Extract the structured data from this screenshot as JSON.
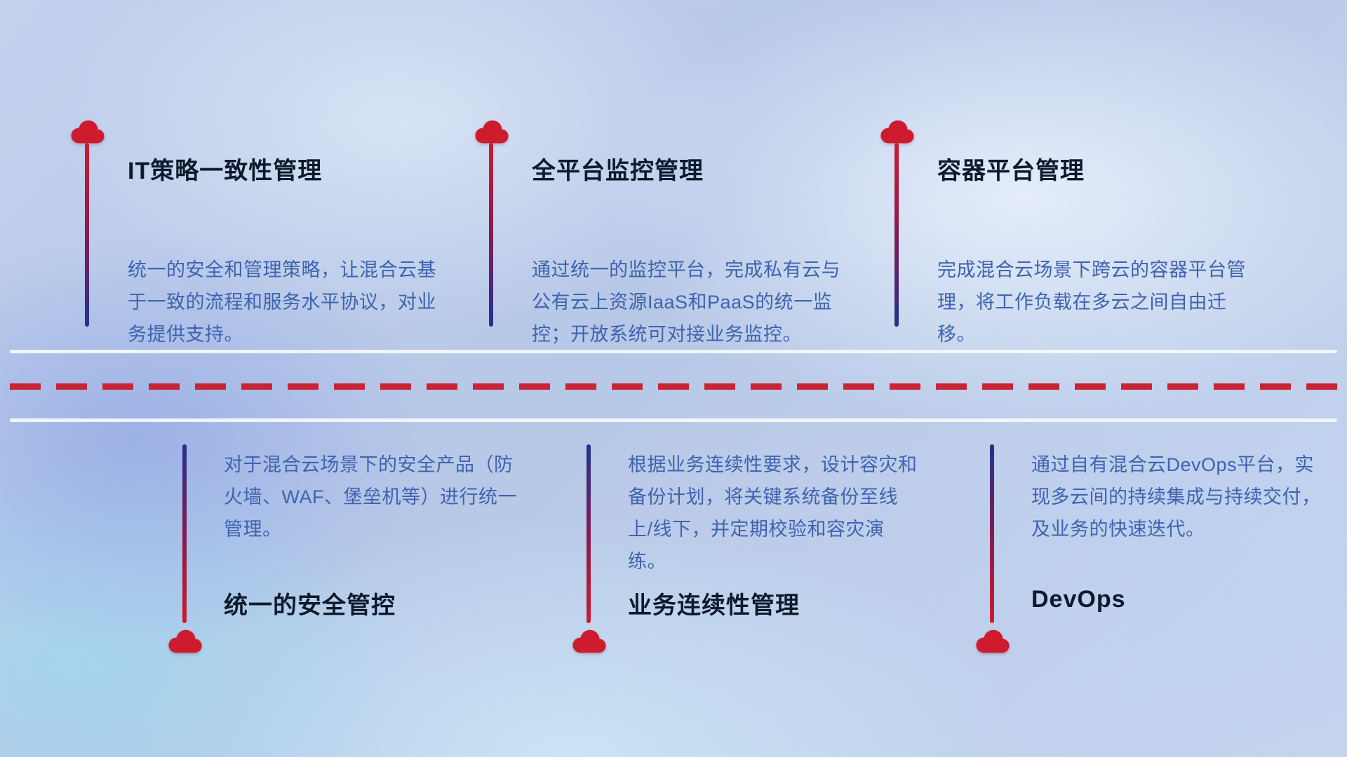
{
  "colors": {
    "accent_red": "#ce1b2e",
    "line_blue": "#21338f",
    "dash_red": "#c72435",
    "title_color": "#0e1a2b",
    "body_color": "#3f63ae",
    "divider_white": "#f4f8fd"
  },
  "top_items": [
    {
      "title": "IT策略一致性管理",
      "description": "统一的安全和管理策略，让混合云基于一致的流程和服务水平协议，对业务提供支持。"
    },
    {
      "title": "全平台监控管理",
      "description": "通过统一的监控平台，完成私有云与公有云上资源IaaS和PaaS的统一监控；开放系统可对接业务监控。"
    },
    {
      "title": "容器平台管理",
      "description": "完成混合云场景下跨云的容器平台管理，将工作负载在多云之间自由迁移。"
    }
  ],
  "bottom_items": [
    {
      "title": "统一的安全管控",
      "description": "对于混合云场景下的安全产品（防火墙、WAF、堡垒机等）进行统一管理。"
    },
    {
      "title": "业务连续性管理",
      "description": "根据业务连续性要求，设计容灾和备份计划，将关键系统备份至线上/线下，并定期校验和容灾演练。"
    },
    {
      "title": "DevOps",
      "description": "通过自有混合云DevOps平台，实现多云间的持续集成与持续交付，及业务的快速迭代。"
    }
  ]
}
